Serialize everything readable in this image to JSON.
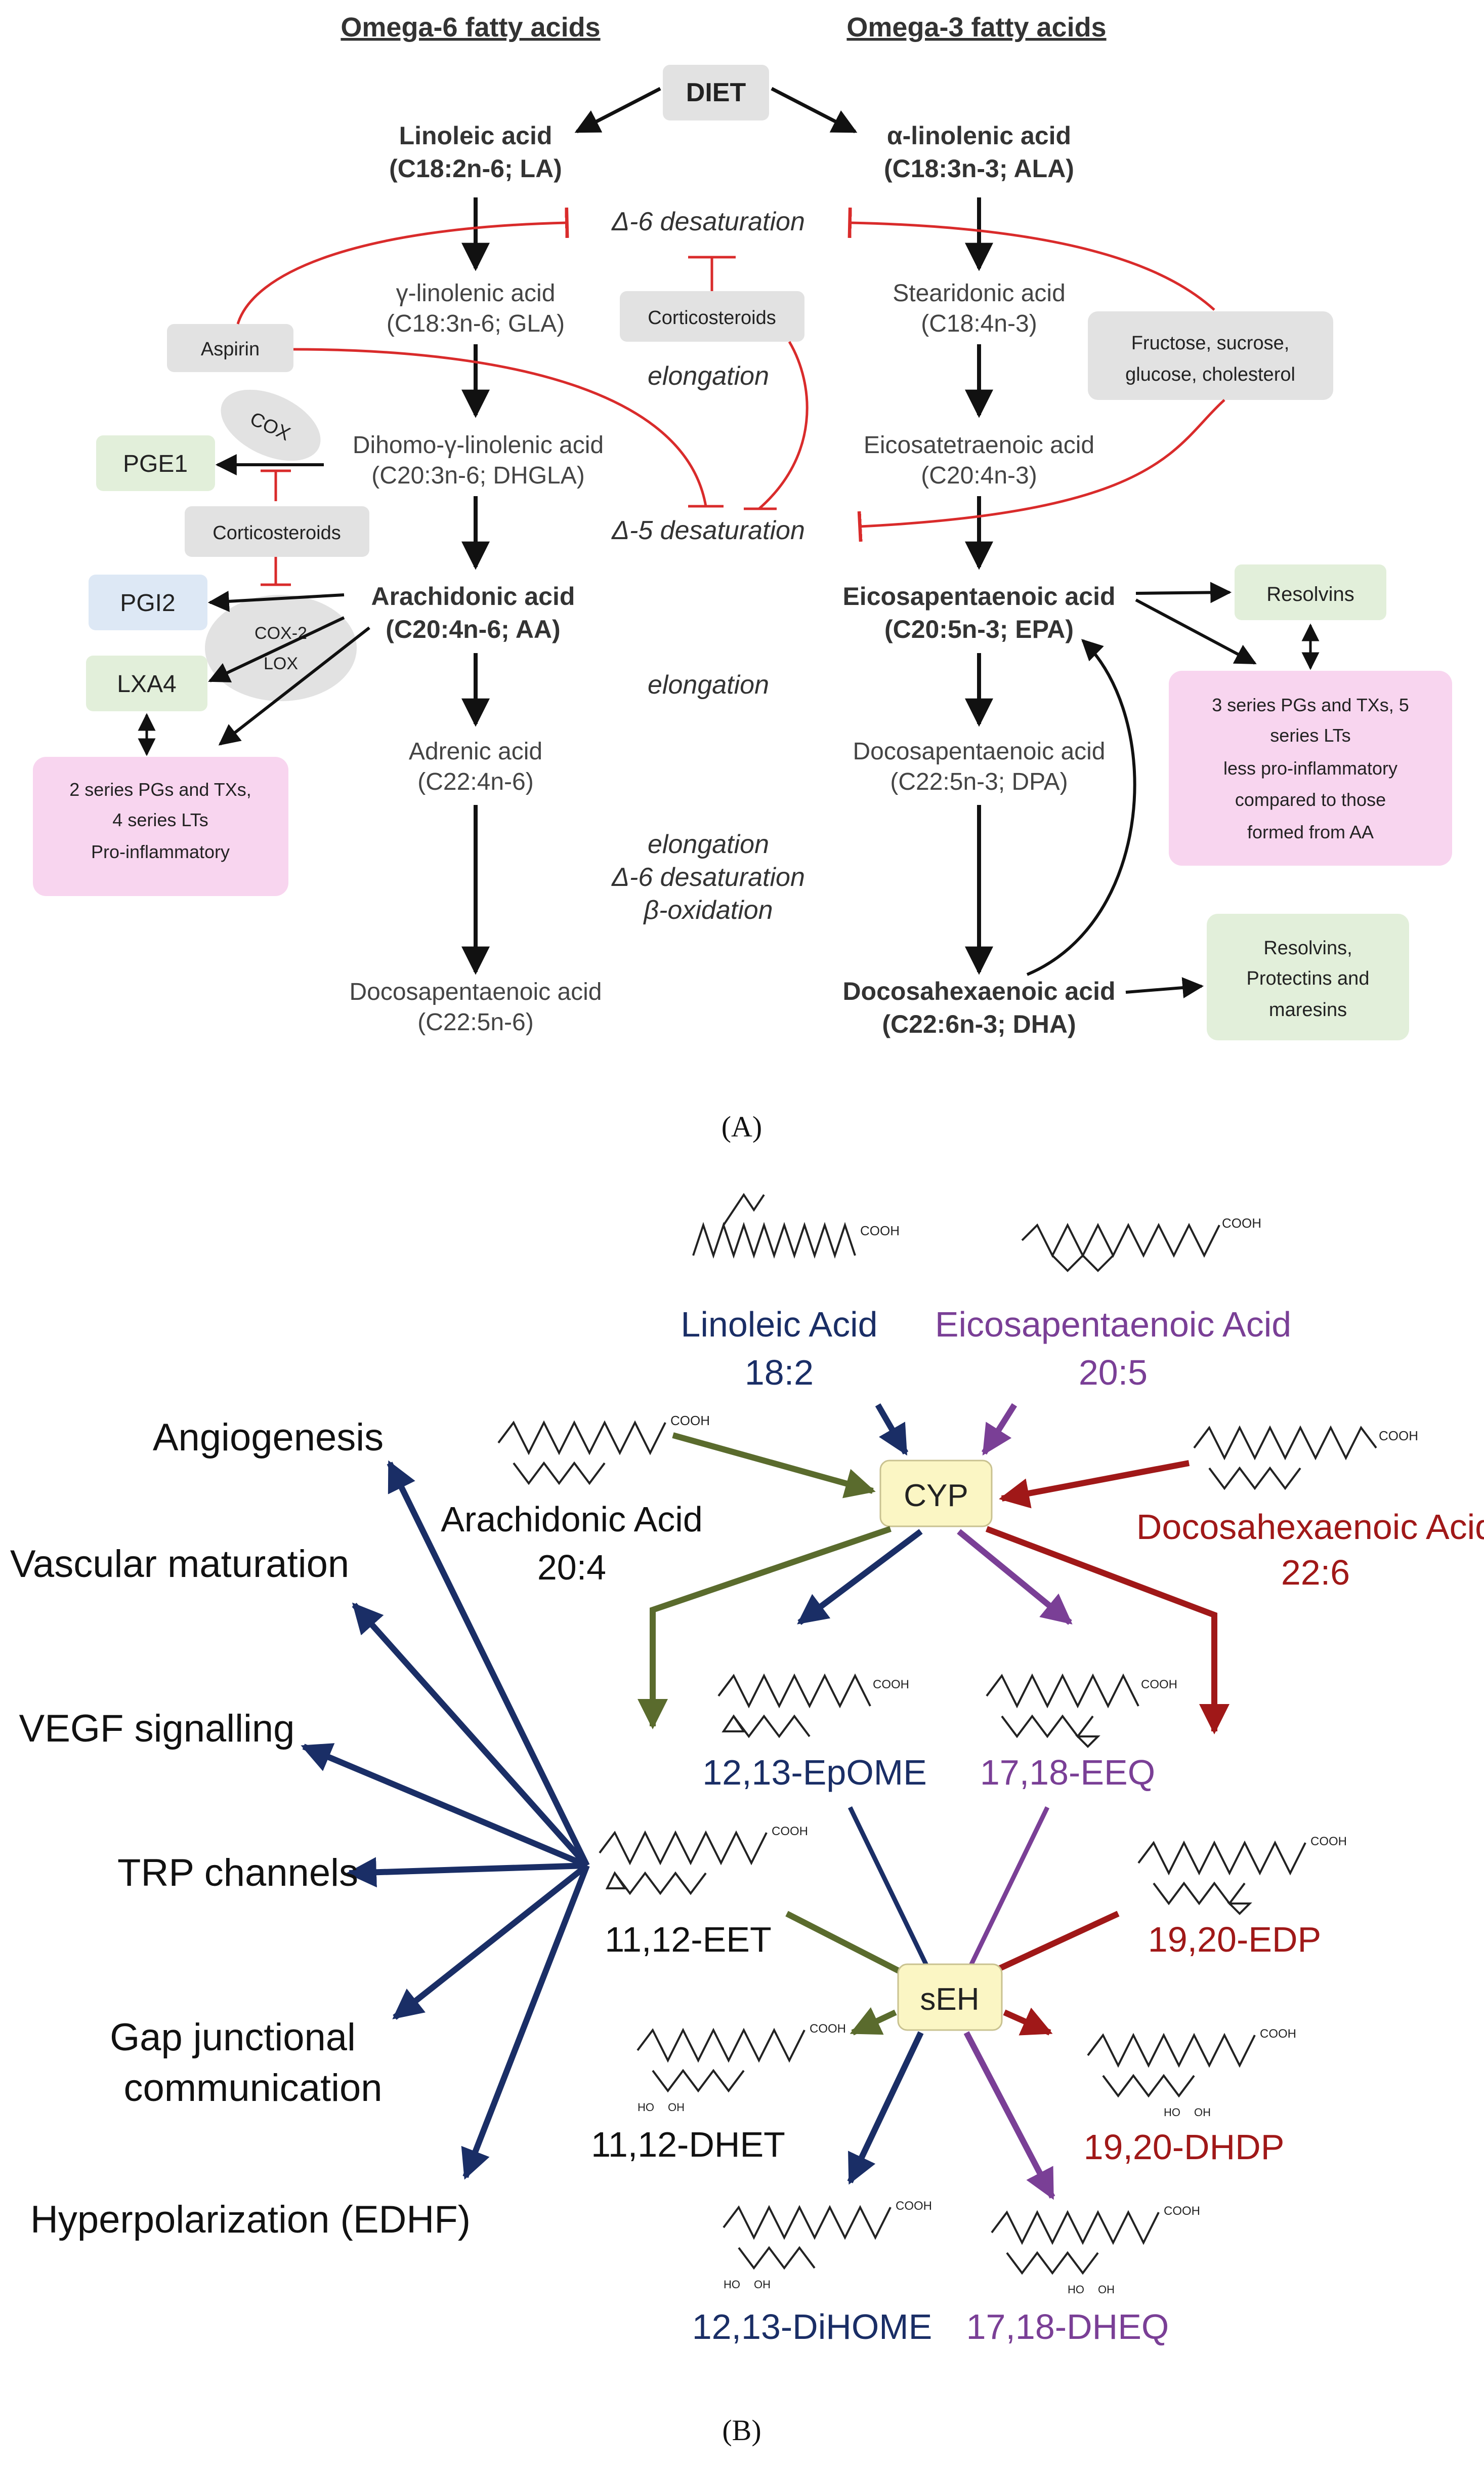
{
  "panel_a": {
    "header_omega6": "Omega-6 fatty acids",
    "header_omega3": "Omega-3 fatty acids",
    "diet": "DIET",
    "la_name": "Linoleic acid",
    "la_formula": "(C18:2n-6; LA)",
    "ala_name": "α-linolenic acid",
    "ala_formula": "(C18:3n-3; ALA)",
    "d6_desat": "Δ-6 desaturation",
    "gla_name": "γ-linolenic acid",
    "gla_formula": "(C18:3n-6; GLA)",
    "sda_name": "Stearidonic acid",
    "sda_formula": "(C18:4n-3)",
    "corticosteroids": "Corticosteroids",
    "aspirin": "Aspirin",
    "fructose_l1": "Fructose, sucrose,",
    "fructose_l2": "glucose, cholesterol",
    "elongation": "elongation",
    "cox": "COX",
    "pge1": "PGE1",
    "dhgla_name": "Dihomo-γ-linolenic acid",
    "dhgla_formula": "(C20:3n-6; DHGLA)",
    "eta_name": "Eicosatetraenoic acid",
    "eta_formula": "(C20:4n-3)",
    "d5_desat": "Δ-5 desaturation",
    "pgi2": "PGI2",
    "aa_name": "Arachidonic acid",
    "aa_formula": "(C20:4n-6; AA)",
    "epa_name": "Eicosapentaenoic acid",
    "epa_formula": "(C20:5n-3; EPA)",
    "resolvins": "Resolvins",
    "cox2": "COX-2",
    "lox": "LOX",
    "lxa4": "LXA4",
    "adrenic_name": "Adrenic acid",
    "adrenic_formula": "(C22:4n-6)",
    "dpa3_name": "Docosapentaenoic acid",
    "dpa3_formula": "(C22:5n-3; DPA)",
    "omega6_box_l1": "2 series PGs and TXs,",
    "omega6_box_l2": "4 series LTs",
    "omega6_box_l3": "Pro-inflammatory",
    "omega3_box_l1": "3 series PGs and TXs, 5",
    "omega3_box_l2": "series LTs",
    "omega3_box_l3": "less pro-inflammatory",
    "omega3_box_l4": "compared to those",
    "omega3_box_l5": "formed from AA",
    "late_l1": "elongation",
    "late_l2": "Δ-6 desaturation",
    "late_l3": "β-oxidation",
    "dpa6_name": "Docosapentaenoic acid",
    "dpa6_formula": "(C22:5n-6)",
    "dha_name": "Docosahexaenoic acid",
    "dha_formula": "(C22:6n-3; DHA)",
    "resolvins2_l1": "Resolvins,",
    "resolvins2_l2": "Protectins and",
    "resolvins2_l3": "maresins",
    "caption": "(A)"
  },
  "panel_b": {
    "linoleic_acid": "Linoleic Acid",
    "linoleic_ratio": "18:2",
    "epa_title": "Eicosapentaenoic Acid",
    "epa_ratio": "20:5",
    "arachidonic_acid": "Arachidonic Acid",
    "arachidonic_ratio": "20:4",
    "dha_title": "Docosahexaenoic Acid",
    "dha_ratio": "22:6",
    "cyp": "CYP",
    "seh": "sEH",
    "cooh": "COOH",
    "ho": "HO",
    "oh": "OH",
    "epome": "12,13-EpOME",
    "eeq": "17,18-EEQ",
    "eet": "11,12-EET",
    "edp": "19,20-EDP",
    "dhet": "11,12-DHET",
    "dhdp": "19,20-DHDP",
    "dihome": "12,13-DiHOME",
    "dheq": "17,18-DHEQ",
    "effects": [
      "Angiogenesis",
      "Vascular maturation",
      "VEGF signalling",
      "TRP channels",
      "Gap junctional",
      "communication",
      "Hyperpolarization (EDHF)"
    ],
    "caption": "(B)"
  },
  "colors": {
    "inhibit": "#d92b2b",
    "arrow": "#111111",
    "grey_box": "#e2e2e2",
    "green_box": "#e2efda",
    "blue_box": "#dde8f5",
    "pink_box": "#f8d5ef",
    "navy": "#1a2e66",
    "purple": "#7a3f96",
    "darkred": "#a01818",
    "olive": "#5a6b2d",
    "node_fill": "#fbf6c4"
  }
}
